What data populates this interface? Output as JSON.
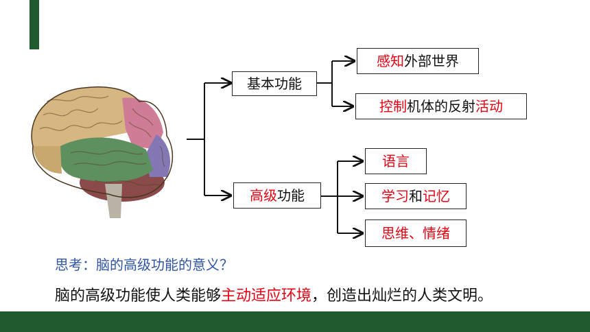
{
  "diagram": {
    "basic": {
      "label": "基本功能",
      "children": [
        {
          "parts": [
            {
              "text": "感知",
              "red": true
            },
            {
              "text": "外部世界",
              "red": false
            }
          ]
        },
        {
          "parts": [
            {
              "text": "控制",
              "red": true
            },
            {
              "text": "机体的反射",
              "red": false
            },
            {
              "text": "活动",
              "red": true
            }
          ]
        }
      ]
    },
    "advanced": {
      "label_red": "高级",
      "label_rest": "功能",
      "children": [
        {
          "parts": [
            {
              "text": "语言",
              "red": true
            }
          ]
        },
        {
          "parts": [
            {
              "text": "学习",
              "red": true
            },
            {
              "text": "和",
              "red": false
            },
            {
              "text": "记忆",
              "red": true
            }
          ]
        },
        {
          "parts": [
            {
              "text": "思维、情绪",
              "red": true
            }
          ]
        }
      ]
    }
  },
  "question": "思考：脑的高级功能的意义？",
  "answer": {
    "before": "脑的高级功能使人类能够",
    "highlight": "主动适应环境",
    "after": "，创造出灿烂的人类文明。"
  },
  "colors": {
    "accent_green": "#1f5a2e",
    "highlight_red": "#e60012",
    "question_blue": "#2f55a4"
  }
}
